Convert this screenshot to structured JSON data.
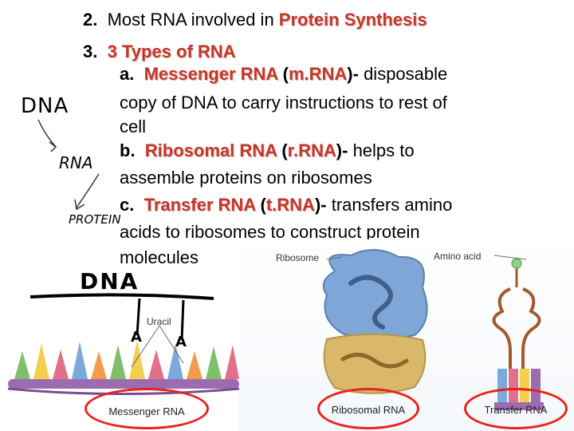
{
  "lines": {
    "l2_num": "2.",
    "l2_text": "Most RNA involved in ",
    "l2_hl": "Protein Synthesis",
    "l3_num": "3.",
    "l3_hl": "3 Types of RNA",
    "a_prefix": "a.",
    "a_hl": "Messenger RNA",
    "a_open": " (",
    "a_abbr": "m.RNA",
    "a_close": ")-",
    "a_rest": " disposable",
    "a_line2": "copy of DNA to carry instructions to rest of",
    "a_line3": "cell",
    "b_prefix": "b.",
    "b_hl": "Ribosomal RNA",
    "b_open": " (",
    "b_abbr": "r.RNA",
    "b_close": ")-",
    "b_rest": " helps to",
    "b_line2": "assemble proteins on ribosomes",
    "c_prefix": "c.",
    "c_hl": "Transfer RNA",
    "c_open": " (",
    "c_abbr": "t.RNA",
    "c_close": ")-",
    "c_rest": " transfers amino",
    "c_line2": "acids to ribosomes to construct protein",
    "c_line3": "molecules"
  },
  "handwriting": {
    "dna_small": "DNA",
    "rna": "RNA",
    "protein": "PROTEIN",
    "dna_big": "DNA"
  },
  "figure": {
    "ribosome_caption": "Ribosome",
    "amino_caption": "Amino acid",
    "uracil_caption": "Uracil",
    "mrna_label": "Messenger RNA",
    "rrna_label": "Ribosomal RNA",
    "trna_label": "Transfer RNA"
  },
  "colors": {
    "highlight": "#c0392b",
    "ring": "#e8231a",
    "ribosome_top": "#7fa6d6",
    "ribosome_bottom": "#d9b86a"
  }
}
